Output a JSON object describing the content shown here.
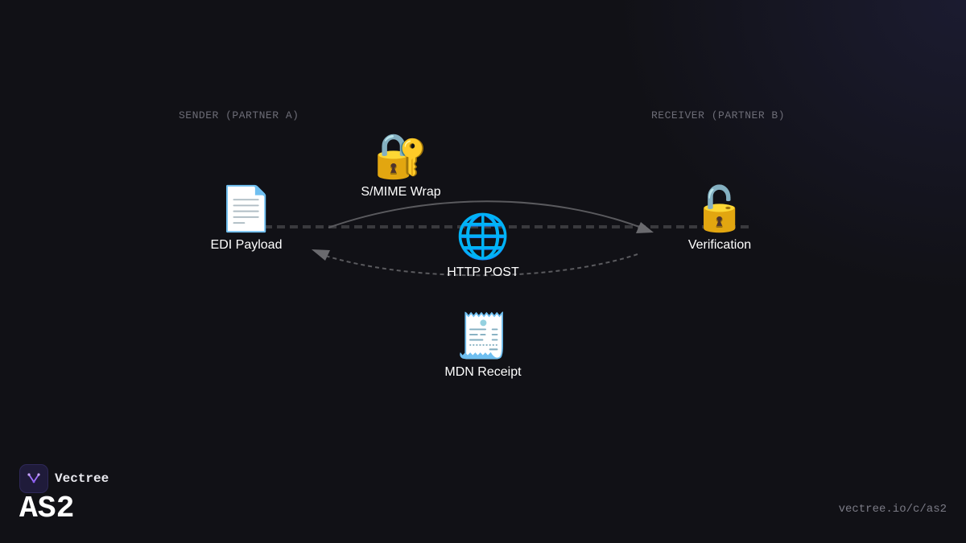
{
  "lanes": {
    "sender": "SENDER (PARTNER A)",
    "receiver": "RECEIVER (PARTNER B)"
  },
  "nodes": {
    "edi": {
      "icon": "📄",
      "icon_name": "document-icon",
      "label": "EDI Payload"
    },
    "smime": {
      "icon": "🔐",
      "icon_name": "lock-with-key-icon",
      "label": "S/MIME Wrap"
    },
    "http": {
      "icon": "🌐",
      "icon_name": "globe-icon",
      "label": "HTTP POST"
    },
    "verify": {
      "icon": "🔓",
      "icon_name": "unlocked-padlock-icon",
      "label": "Verification"
    },
    "mdn": {
      "icon": "🧾",
      "icon_name": "receipt-icon",
      "label": "MDN Receipt"
    }
  },
  "brand": {
    "name": "Vectree",
    "title": "AS2",
    "url": "vectree.io/c/as2"
  },
  "colors": {
    "background": "#111116",
    "line": "#3a3a3e",
    "arrow": "#6a6a6e",
    "accent": "#9b6bff"
  }
}
